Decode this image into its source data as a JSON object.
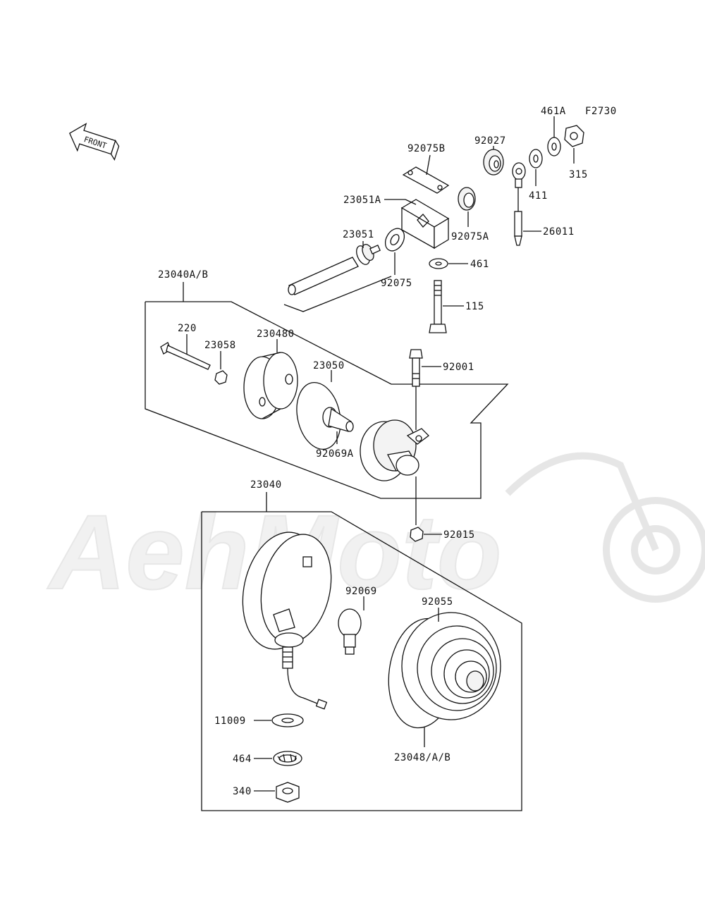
{
  "figure_code": "F2730",
  "front_label": "FRONT",
  "watermark": "AehMoto",
  "labels": {
    "p461A": "461A",
    "p315": "315",
    "p411": "411",
    "p92027": "92027",
    "p92075B": "92075B",
    "p23051A": "23051A",
    "p23051": "23051",
    "p92075A": "92075A",
    "p26011": "26011",
    "p461": "461",
    "p92075": "92075",
    "p115": "115",
    "p23040AB": "23040A/B",
    "p220": "220",
    "p23058": "23058",
    "p230480": "230480",
    "p23050": "23050",
    "p92001": "92001",
    "p92069A": "92069A",
    "p23040": "23040",
    "p92015": "92015",
    "p92069": "92069",
    "p92055": "92055",
    "p11009": "11009",
    "p464": "464",
    "p340": "340",
    "p23048AB": "23048/A/B"
  }
}
